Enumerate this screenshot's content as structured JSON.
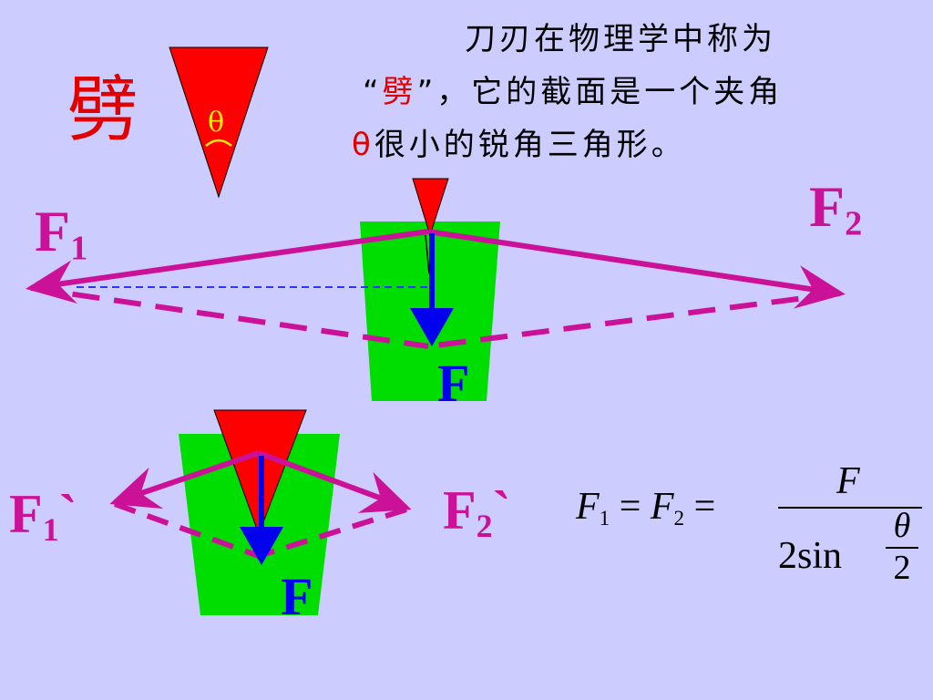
{
  "caption": {
    "line1": "刀刃在物理学中称为",
    "line2_open": "“",
    "line2_term": "劈",
    "line2_rest": "”，它的截面是一个夹角",
    "line3_symbol": "θ",
    "line3_rest": "很小的锐角三角形。"
  },
  "wedge_label": "劈",
  "angle_symbol": "θ",
  "forces": {
    "top_left": {
      "base": "F",
      "sub": "1"
    },
    "top_right": {
      "base": "F",
      "sub": "2"
    },
    "top_down": "F",
    "bottom_left": {
      "base": "F",
      "sub": "1",
      "prime": "`"
    },
    "bottom_right": {
      "base": "F",
      "sub": "2",
      "prime": "`"
    },
    "bottom_down": "F"
  },
  "formula": {
    "f1": "F",
    "f1_sub": "1",
    "eq1": " = ",
    "f2": "F",
    "f2_sub": "2",
    "eq2": " =",
    "numerator": "F",
    "denominator": "2sin",
    "half_num": "θ",
    "half_den": "2"
  },
  "colors": {
    "background": "#ccccff",
    "wedge": "#ff0000",
    "block": "#00dd00",
    "force_arrow": "#cc1199",
    "down_arrow": "#0000ee"
  }
}
